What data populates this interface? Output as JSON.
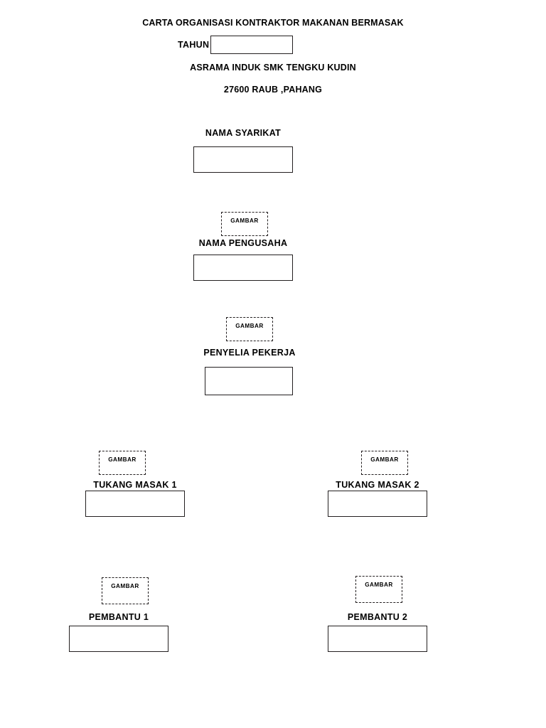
{
  "document": {
    "title": "CARTA ORGANISASI KONTRAKTOR  MAKANAN BERMASAK",
    "year_label": "TAHUN",
    "year_value": "",
    "address_line1": "ASRAMA INDUK SMK TENGKU KUDIN",
    "address_line2": "27600 RAUB ,PAHANG"
  },
  "photo_placeholder_label": "GAMBAR",
  "nodes": [
    {
      "id": "nama-syarikat",
      "label": "NAMA SYARIKAT",
      "value": "",
      "has_photo": false
    },
    {
      "id": "nama-pengusaha",
      "label": "NAMA PENGUSAHA",
      "value": "",
      "has_photo": true,
      "photo_label": "GAMBAR"
    },
    {
      "id": "penyelia-pekerja",
      "label": "PENYELIA PEKERJA",
      "value": "",
      "has_photo": true,
      "photo_label": "GAMBAR"
    },
    {
      "id": "tukang-masak-1",
      "label": "TUKANG MASAK 1",
      "value": "",
      "has_photo": true,
      "photo_label": "GAMBAR"
    },
    {
      "id": "tukang-masak-2",
      "label": "TUKANG MASAK 2",
      "value": "",
      "has_photo": true,
      "photo_label": "GAMBAR"
    },
    {
      "id": "pembantu-1",
      "label": "PEMBANTU 1",
      "value": "",
      "has_photo": true,
      "photo_label": "GAMBAR"
    },
    {
      "id": "pembantu-2",
      "label": "PEMBANTU 2",
      "value": "",
      "has_photo": true,
      "photo_label": "GAMBAR"
    }
  ],
  "colors": {
    "ink": "#231f20",
    "page": "#ffffff"
  }
}
